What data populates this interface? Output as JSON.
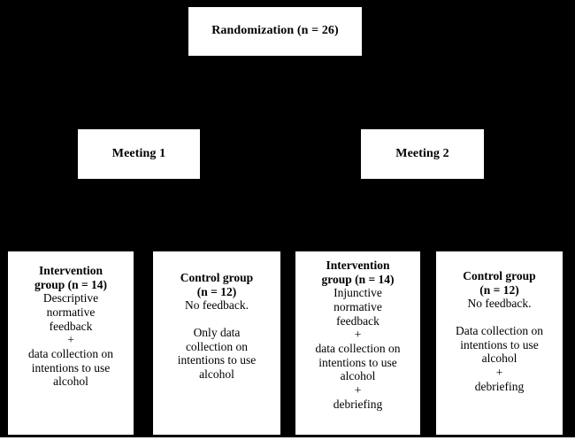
{
  "figure": {
    "type": "flowchart",
    "background_color": "#000000",
    "box_fill_color": "#ffffff",
    "box_border_color": "#000000",
    "text_color": "#000000"
  },
  "nodes": {
    "randomization": {
      "label": "Randomization (n = 26)"
    },
    "meeting_1": {
      "label": "Meeting 1"
    },
    "meeting_2": {
      "label": "Meeting 2"
    }
  },
  "arms": [
    {
      "head_line_1": "Intervention",
      "head_line_2": "group (n = 14)",
      "body_lines": [
        "Descriptive",
        "normative",
        "feedback",
        "+",
        "data collection on",
        "intentions to use",
        "alcohol"
      ]
    },
    {
      "head_line_1": "Control group",
      "head_line_2": "(n = 12)",
      "body_lines": [
        "No feedback.",
        "",
        "Only data",
        "collection on",
        "intentions to use",
        "alcohol"
      ]
    },
    {
      "head_line_1": "Intervention",
      "head_line_2": "group (n = 14)",
      "body_lines": [
        "Injunctive",
        "normative",
        "feedback",
        "+",
        "data collection on",
        "intentions to use",
        "alcohol",
        "+",
        "debriefing"
      ]
    },
    {
      "head_line_1": "Control group",
      "head_line_2": "(n = 12)",
      "body_lines": [
        "No feedback.",
        "",
        "Data collection on",
        "intentions to use",
        "alcohol",
        "+",
        "debriefing"
      ]
    }
  ]
}
